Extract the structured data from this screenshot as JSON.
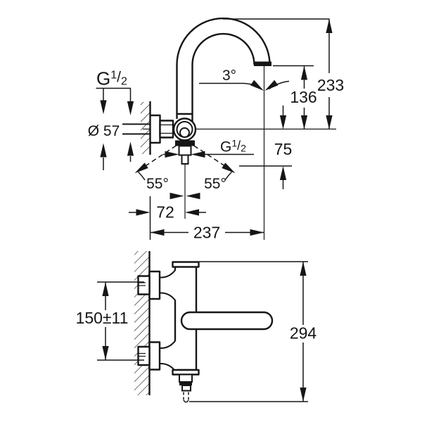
{
  "labels": {
    "wall_thread": {
      "prefix": "G",
      "numerator": "1",
      "separator": "/",
      "denominator": "2"
    },
    "flange_diameter": "Ø 57",
    "spout_angle": "3°",
    "overall_height": "233",
    "spout_outlet_height": "136",
    "outlet_drop": "75",
    "swivel_angle_left": "55°",
    "swivel_angle_right": "55°",
    "outlet_thread": {
      "prefix": "G",
      "numerator": "1",
      "separator": "/",
      "denominator": "2"
    },
    "outlet_offset": "72",
    "spout_reach": "237",
    "connection_spacing": "150±11",
    "body_height": "294"
  },
  "colors": {
    "line": "#161616",
    "background": "#ffffff"
  }
}
